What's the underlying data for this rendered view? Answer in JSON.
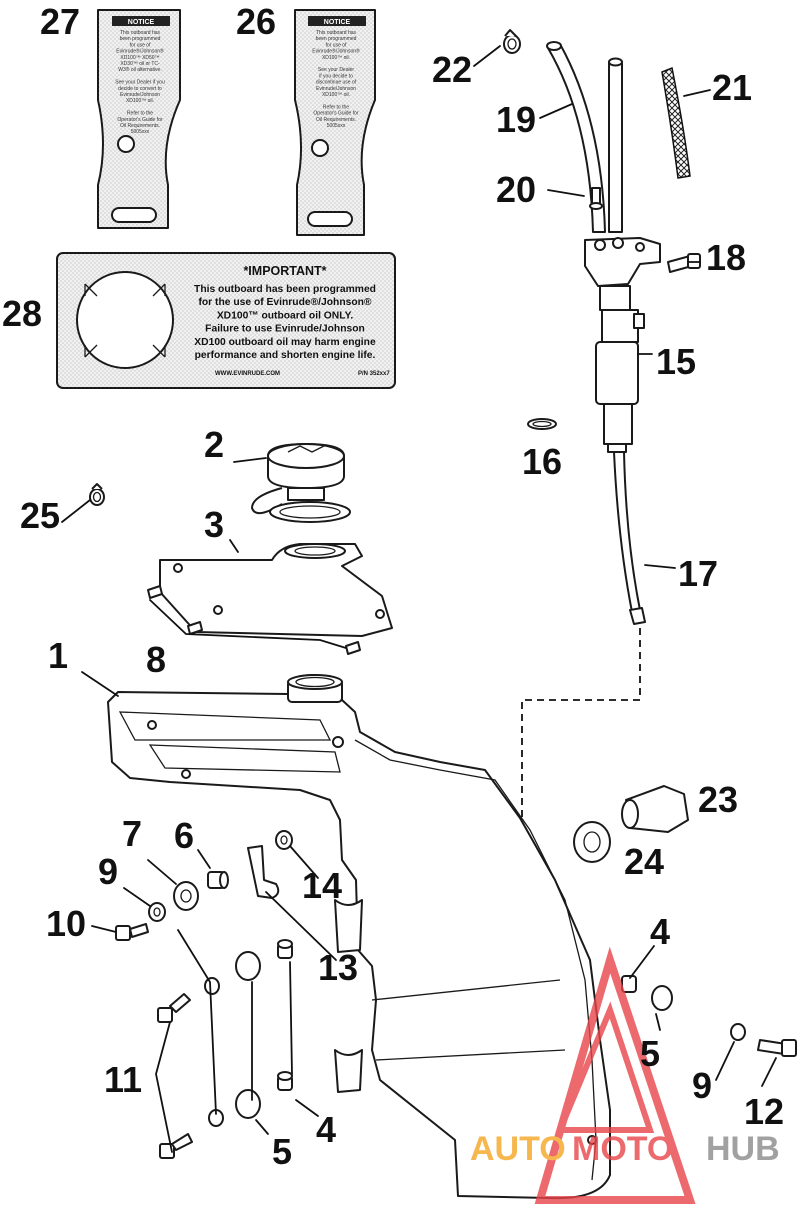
{
  "callouts": {
    "n1": "1",
    "n2": "2",
    "n3": "3",
    "n4a": "4",
    "n4b": "4",
    "n5a": "5",
    "n5b": "5",
    "n6": "6",
    "n7": "7",
    "n8": "8",
    "n9a": "9",
    "n9b": "9",
    "n10": "10",
    "n11": "11",
    "n12": "12",
    "n13": "13",
    "n14": "14",
    "n15": "15",
    "n16": "16",
    "n17": "17",
    "n18": "18",
    "n19": "19",
    "n20": "20",
    "n21": "21",
    "n22": "22",
    "n23": "23",
    "n24": "24",
    "n25": "25",
    "n26": "26",
    "n27": "27",
    "n28": "28"
  },
  "tags": {
    "header": "NOTICE",
    "tag27_lines": [
      "This outboard has",
      "been programmed",
      "for use of",
      "Evinrude®/Johnson®",
      "XD100™ XD50™",
      "XD30™ oil or TC-",
      "W3® oil alternative.",
      "",
      "See your Dealer if you",
      "decide to convert to",
      "Evinrude/Johnson",
      "XD100™ oil.",
      "",
      "Refer to the",
      "Operator's Guide for",
      "Oil Requirements.",
      "5005xxx"
    ],
    "tag26_lines": [
      "This outboard has",
      "been programmed",
      "for use of",
      "Evinrude®/Johnson®",
      "XD100™ oil.",
      "",
      "See your Dealer",
      "if you decide to",
      "discontinue use of",
      "Evinrude/Johnson",
      "XD100™ oil.",
      "",
      "Refer to the",
      "Operator's Guide for",
      "Oil Requirements.",
      "5005xxx"
    ]
  },
  "label28": {
    "title": "*IMPORTANT*",
    "lines": [
      "This outboard has been programmed",
      "for the use of Evinrude®/Johnson®",
      "XD100™ outboard oil ONLY.",
      "Failure to use Evinrude/Johnson",
      "XD100 outboard oil may harm engine",
      "performance and shorten engine life."
    ],
    "url": "WWW.EVINRUDE.COM",
    "partno": "P/N 352xx7"
  },
  "watermark": {
    "part1": "AUTO",
    "part2": "MOTO",
    "part3": "HUB",
    "color_orange": "#f5a623",
    "color_red": "#e8454a",
    "color_gray": "#8a8a8a"
  }
}
